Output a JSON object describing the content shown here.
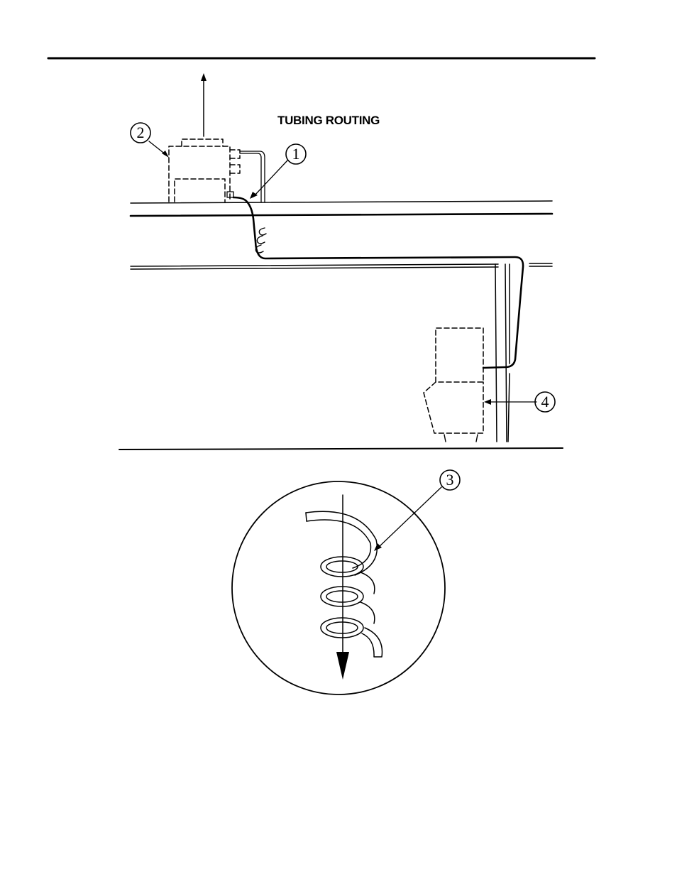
{
  "title": "TUBING ROUTING",
  "callouts": [
    {
      "id": "1",
      "label": "1"
    },
    {
      "id": "2",
      "label": "2"
    },
    {
      "id": "3",
      "label": "3"
    },
    {
      "id": "4",
      "label": "4"
    }
  ]
}
